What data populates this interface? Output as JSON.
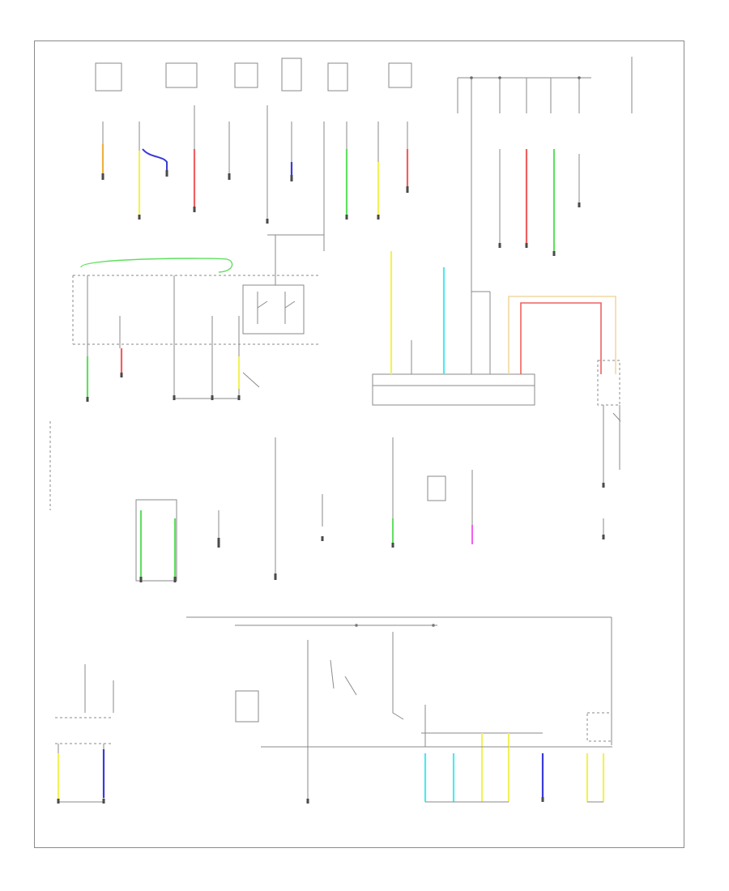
{
  "diagram": {
    "title": "",
    "footer_code": "",
    "wire_colors": {
      "orange": "#f0b040",
      "yellow": "#f2f25a",
      "blue": "#3a3ad8",
      "red": "#f06060",
      "green": "#60e060",
      "cyan": "#50e8f0",
      "pink": "#f060f0",
      "tan": "#f0d8a0",
      "gray": "#8a8a8a"
    },
    "components": [
      {
        "id": "fuse-box-top-1"
      },
      {
        "id": "fuse-box-top-2"
      },
      {
        "id": "fuse-box-top-3"
      },
      {
        "id": "fuse-box-top-4"
      },
      {
        "id": "fuse-box-top-5"
      },
      {
        "id": "left-relay-block"
      },
      {
        "id": "center-relay-block"
      },
      {
        "id": "connector-block-right"
      },
      {
        "id": "ignition-switch"
      },
      {
        "id": "lower-left-module"
      },
      {
        "id": "lower-center-box"
      },
      {
        "id": "lower-right-connector"
      }
    ]
  }
}
